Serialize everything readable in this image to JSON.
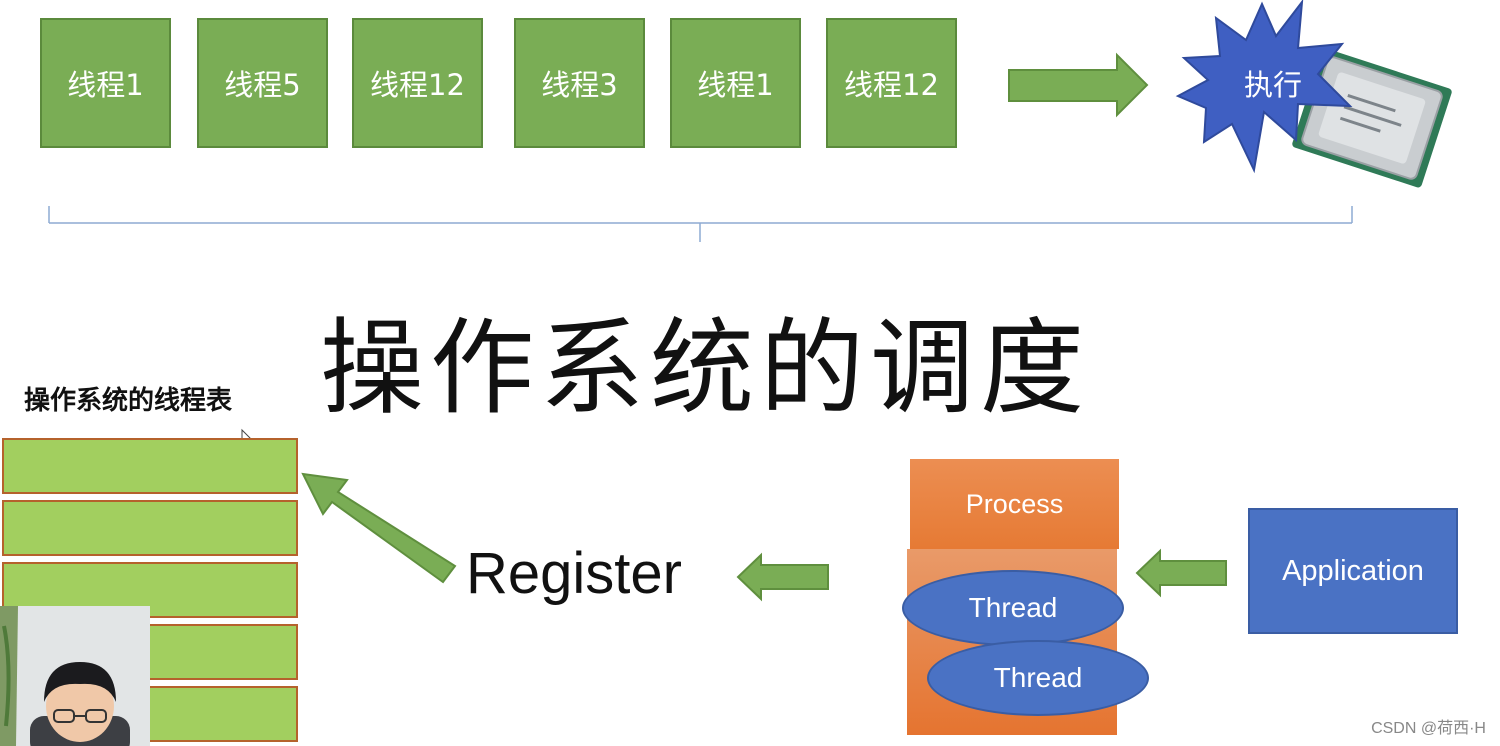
{
  "queue": {
    "threads": [
      "线程1",
      "线程5",
      "线程12",
      "线程3",
      "线程1",
      "线程12"
    ],
    "execute_label": "执行"
  },
  "main_title": "操作系统的调度",
  "thread_table": {
    "title": "操作系统的线程表",
    "row_count": 5
  },
  "register_label": "Register",
  "process": {
    "label": "Process",
    "threads": [
      "Thread",
      "Thread"
    ]
  },
  "application_label": "Application",
  "watermark": "CSDN @荷西·H",
  "colors": {
    "green_box": "#7aad55",
    "table_row": "#a2cf5f",
    "arrow_green": "#7aad55",
    "process_orange": "#e67a34",
    "blue": "#4a72c4",
    "star_blue": "#3f5fc2",
    "bracket": "#8eaad2"
  },
  "icons": [
    "cpu-chip-image",
    "mouse-cursor-icon",
    "starburst-shape"
  ]
}
